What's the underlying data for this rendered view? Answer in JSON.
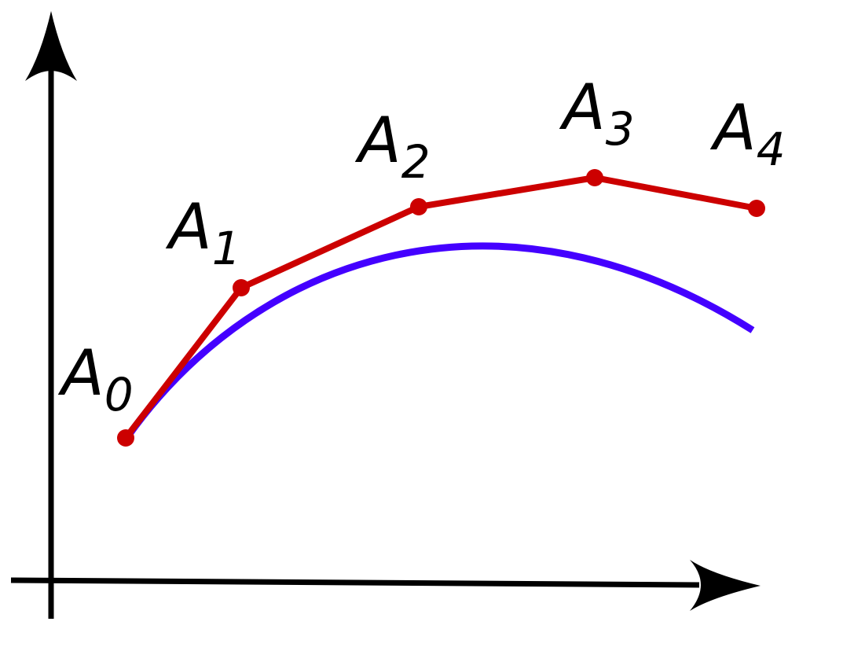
{
  "diagram": {
    "colors": {
      "axes": "#000000",
      "polyline": "#cc0000",
      "curve": "#4400ff",
      "labels": "#000000"
    },
    "points": [
      {
        "letter": "A",
        "index": "0"
      },
      {
        "letter": "A",
        "index": "1"
      },
      {
        "letter": "A",
        "index": "2"
      },
      {
        "letter": "A",
        "index": "3"
      },
      {
        "letter": "A",
        "index": "4"
      }
    ]
  }
}
